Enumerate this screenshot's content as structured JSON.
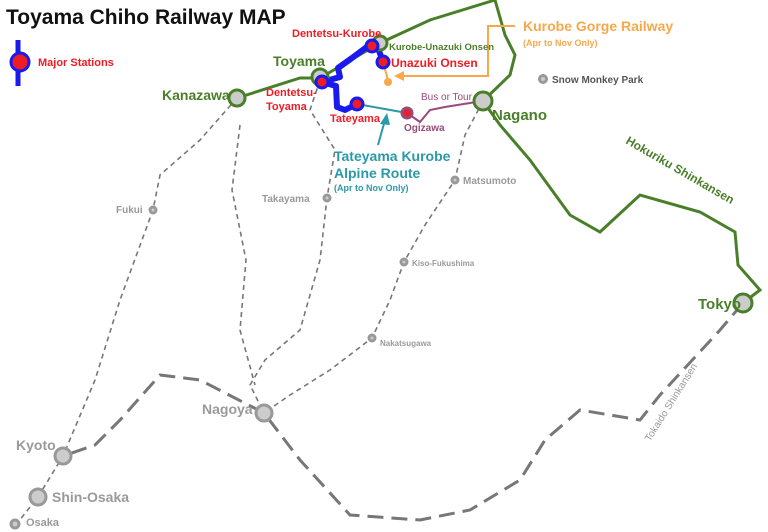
{
  "title": "Toyama Chiho Railway MAP",
  "legend": {
    "major_stations": "Major Stations"
  },
  "colors": {
    "jr": "#4a7f2a",
    "chiho": "#1a1aee",
    "station": "#ee1c24",
    "alpine": "#2a9aa8",
    "gorge": "#f7a84a",
    "bus": "#9a4a7a",
    "local": "#888888"
  },
  "stations": {
    "kanazawa": "Kanazawa",
    "toyama": "Toyama",
    "dentetsu_kurobe": "Dentetsu-Kurobe",
    "kurobe_unazuki": "Kurobe-Unazuki Onsen",
    "unazuki": "Unazuki Onsen",
    "dentetsu_toyama_1": "Dentetsu-",
    "dentetsu_toyama_2": "Toyama",
    "tateyama": "Tateyama",
    "ogizawa": "Ogizawa",
    "nagano": "Nagano",
    "snow_monkey": "Snow Monkey Park",
    "matsumoto": "Matsumoto",
    "takayama": "Takayama",
    "fukui": "Fukui",
    "kiso": "Kiso-Fukushima",
    "nakatsugawa": "Nakatsugawa",
    "nagoya": "Nagoya",
    "tokyo": "Tokyo",
    "kyoto": "Kyoto",
    "shin_osaka": "Shin-Osaka",
    "osaka": "Osaka"
  },
  "routes": {
    "gorge_1": "Kurobe Gorge Railway",
    "gorge_2": "(Apr to Nov Only)",
    "alpine_1": "Tateyama Kurobe",
    "alpine_2": "Alpine Route",
    "alpine_3": "(Apr to Nov Only)",
    "bus": "Bus or Tour",
    "hokuriku": "Hokuriku Shinkansen",
    "tokaido": "Tokaido Shinkansen"
  }
}
